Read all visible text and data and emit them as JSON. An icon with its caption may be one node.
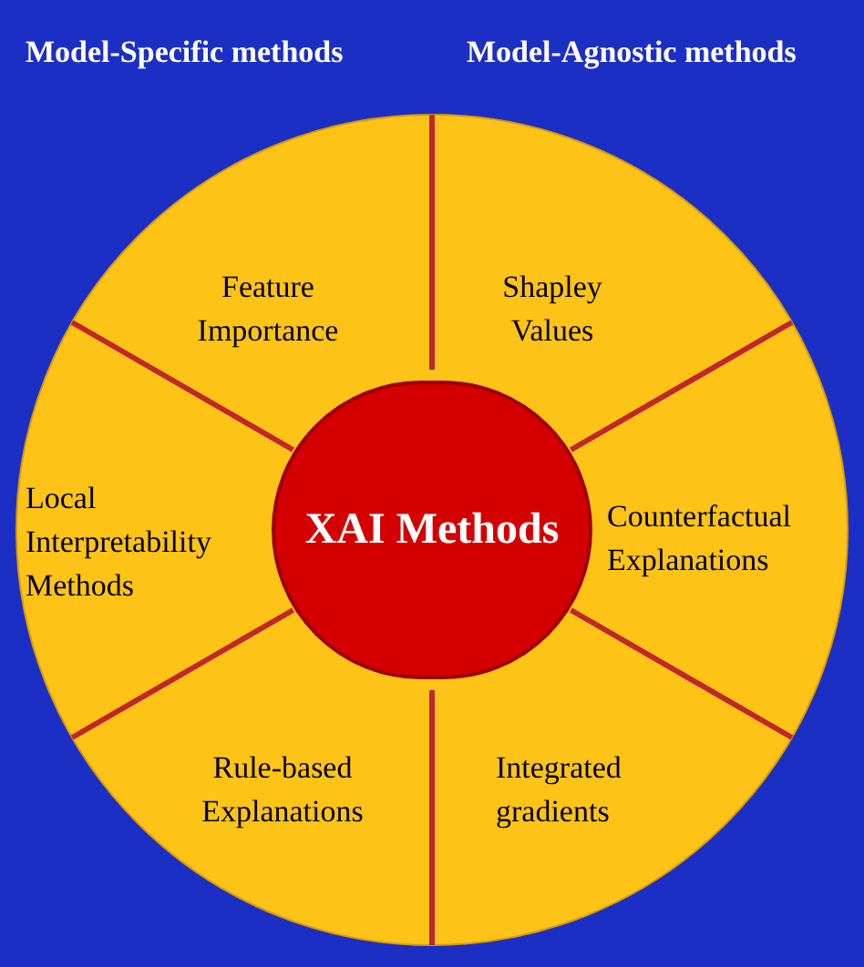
{
  "diagram": {
    "nodes": [
      {
        "text": [
          "XAI Methods"
        ]
      },
      {
        "text": [
          "Feature Importance"
        ]
      },
      {
        "text": [
          "Shapley Values"
        ]
      },
      {
        "text": [
          "Local Interpretability Methods"
        ]
      },
      {
        "text": [
          "Counterfactual Explanations"
        ]
      },
      {
        "text": [
          "Rule-based Explanations"
        ]
      },
      {
        "text": [
          "Integrated gradients"
        ]
      }
    ],
    "labels": [
      "Model-Specific methods",
      "Model-Agnostic methods"
    ]
  }
}
